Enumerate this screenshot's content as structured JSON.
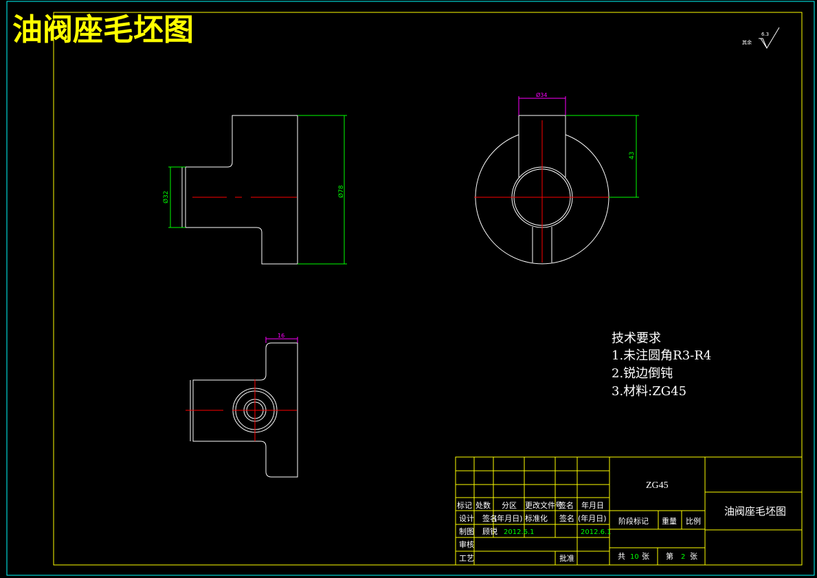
{
  "drawing_title": "油阀座毛坯图",
  "roughness": {
    "value": "6.3",
    "label": "其余"
  },
  "tech_requirements": {
    "heading": "技术要求",
    "items": [
      "1.未注圆角R3-R4",
      "2.锐边倒钝",
      "3.材料:ZG45"
    ]
  },
  "dimensions": {
    "front_small_dia": "Ø32",
    "front_large_dia": "Ø78",
    "side_slot_width": "Ø34",
    "side_height": "43",
    "bottom_width": "16"
  },
  "title_block": {
    "material": "ZG45",
    "part_name": "油阀座毛坯图",
    "header_row": [
      "标记",
      "处数",
      "分区",
      "更改文件号",
      "签名",
      "年月日"
    ],
    "design_row": [
      "设计",
      "签名",
      "(年月日)",
      "标准化",
      "签名",
      "(年月日)"
    ],
    "draw_row": {
      "label": "制图",
      "name": "顾锐",
      "date1": "2012.6.1",
      "date2": "2012.6.1"
    },
    "review_label": "审核",
    "process_label": "工艺",
    "approve_label": "批准",
    "stage_label": "阶段标记",
    "weight_label": "重量",
    "scale_label": "比例",
    "total_prefix": "共",
    "total_sheets": "10",
    "total_suffix": "张",
    "sheet_prefix": "第",
    "sheet_no": "2",
    "sheet_suffix": "张"
  },
  "colors": {
    "outline": "#ffffff",
    "centerline": "#ff0000",
    "dimension": "#00ff00",
    "dimension_alt": "#ff00ff",
    "frame": "#ffff00",
    "border": "#00ffff"
  }
}
